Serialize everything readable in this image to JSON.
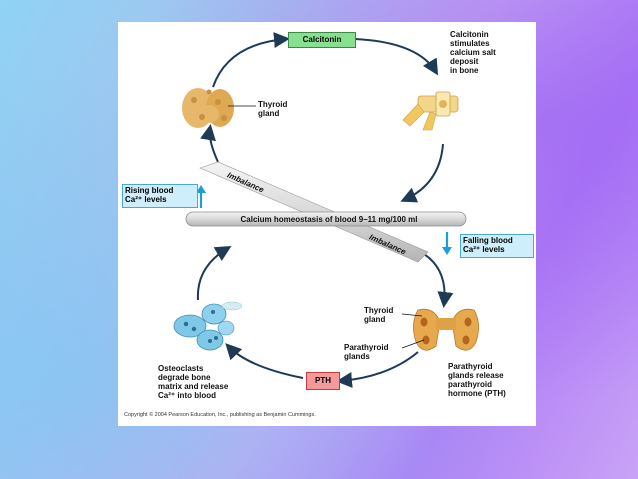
{
  "diagram": {
    "calcitonin_label": "Calcitonin",
    "calcitonin_effect": "Calcitonin\nstimulates\ncalcium salt\ndeposit\nin bone",
    "thyroid_label_top": "Thyroid\ngland",
    "rising_label": "Rising blood\nCa²⁺ levels",
    "imbalance_top": "Imbalance",
    "homeostasis_label": "Calcium homeostasis of blood 9–11 mg/100 ml",
    "imbalance_bottom": "Imbalance",
    "falling_label": "Falling blood\nCa²⁺ levels",
    "thyroid_label_bottom": "Thyroid\ngland",
    "parathyroid_label": "Parathyroid\nglands",
    "pth_label": "PTH",
    "pth_effect": "Parathyroid\nglands release\nparathyroid\nhormone (PTH)",
    "osteoclast_effect": "Osteoclasts\ndegrade bone\nmatrix and release\nCa²⁺ into blood",
    "copyright": "Copyright © 2004 Pearson Education, Inc., publishing as Benjamin Cummings.",
    "colors": {
      "calcitonin_box": "#86e08f",
      "pth_box": "#f59a9a",
      "level_box": "#cfeefb",
      "arrow": "#1f3a55",
      "up_down_arrow": "#1aa0d8"
    }
  }
}
